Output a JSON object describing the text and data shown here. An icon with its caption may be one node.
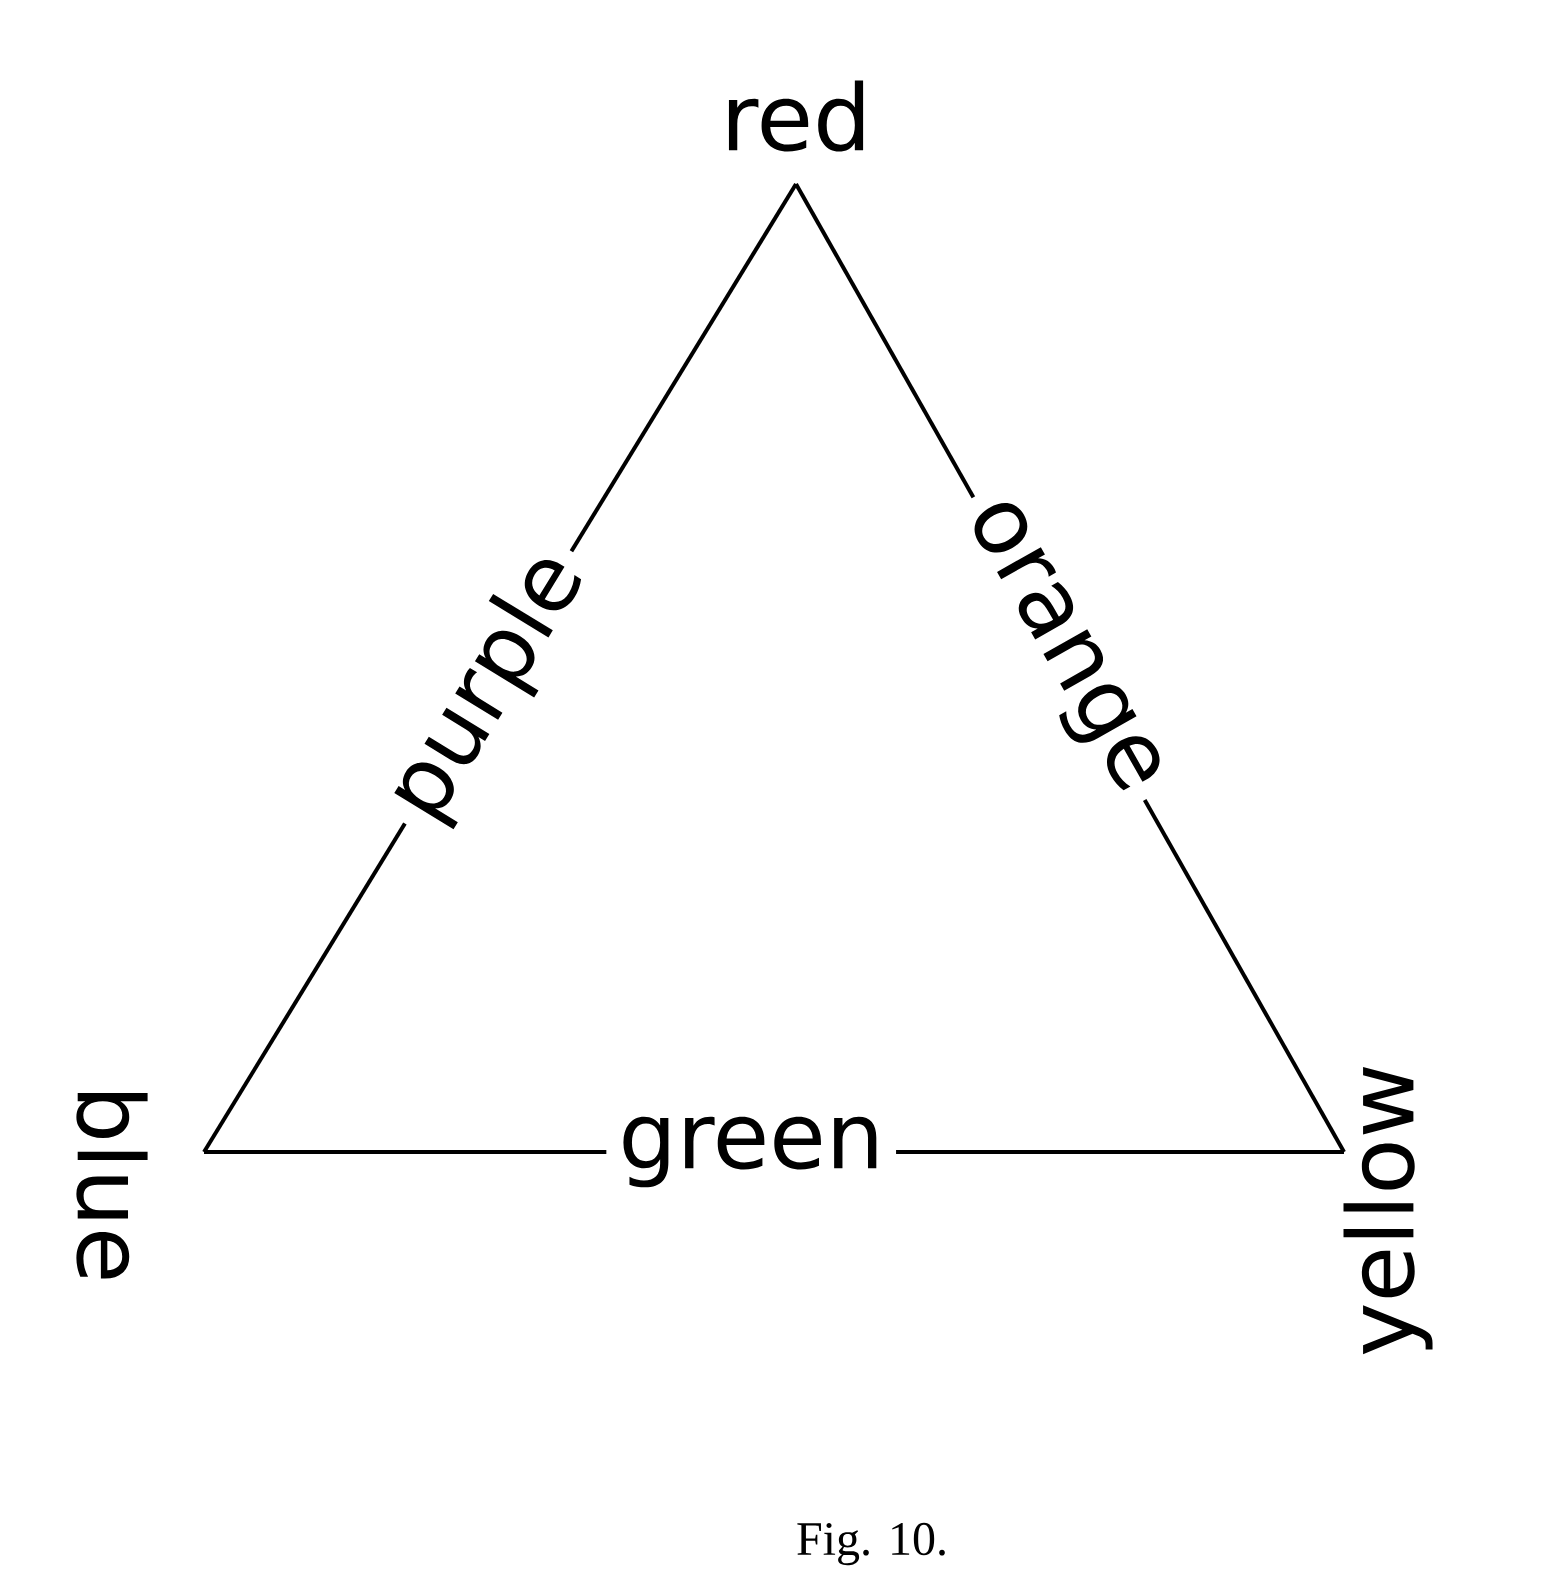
{
  "diagram": {
    "caption": "Fig. 10.",
    "nodes": [
      {
        "text": [
          "red"
        ]
      },
      {
        "text": [
          "blue"
        ]
      },
      {
        "text": [
          "yellow"
        ]
      }
    ],
    "edges": [
      {
        "from": 1,
        "to": 0,
        "arrow": "none",
        "label": "purple"
      },
      {
        "from": 0,
        "to": 2,
        "arrow": "none",
        "label": "orange"
      },
      {
        "from": 1,
        "to": 2,
        "arrow": "none",
        "label": "green"
      }
    ]
  }
}
